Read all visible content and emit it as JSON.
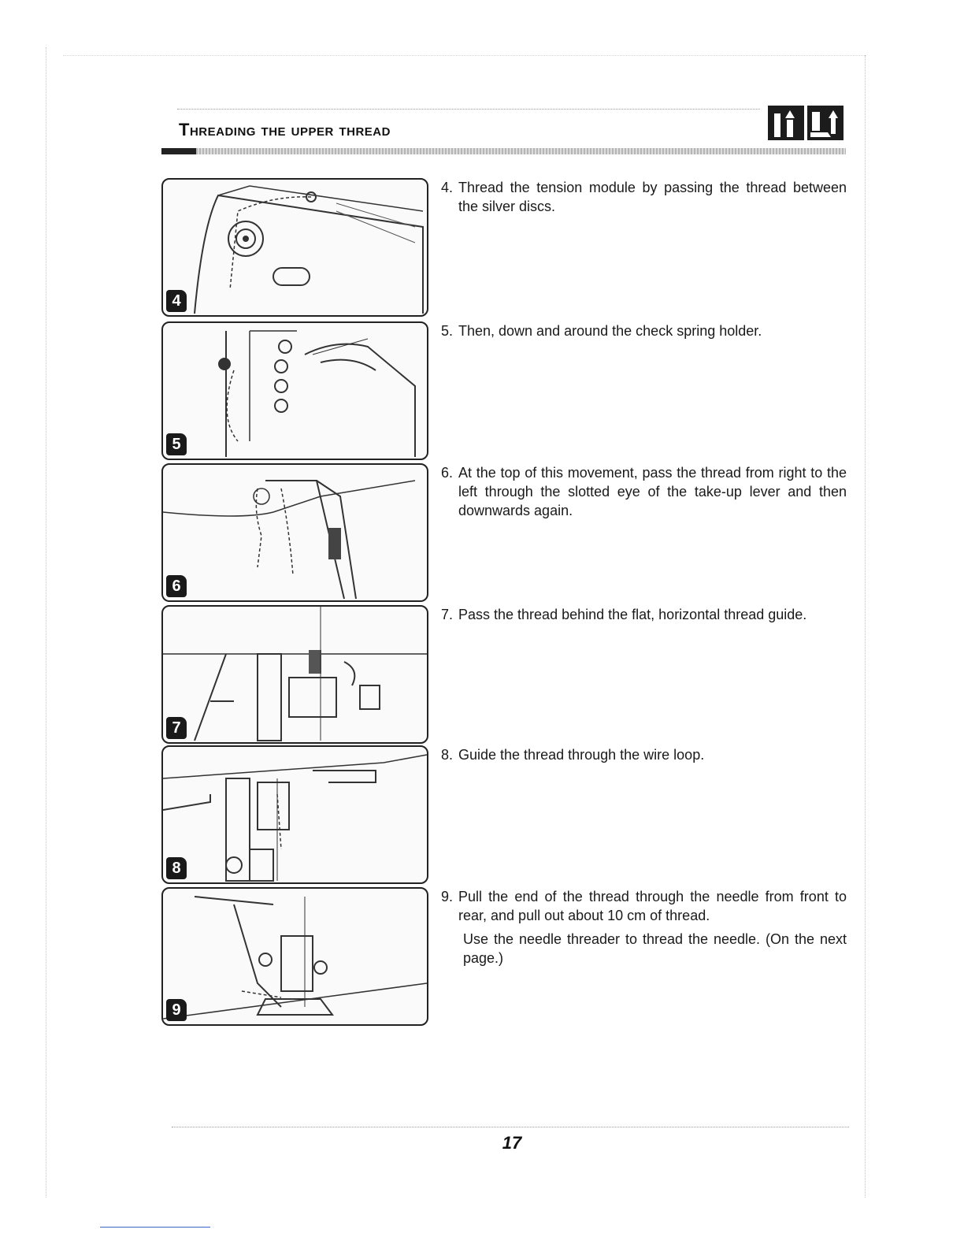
{
  "header": {
    "title": "Threading the upper thread",
    "icons": [
      "presser-foot-lever-icon",
      "presser-foot-icon"
    ]
  },
  "steps": [
    {
      "badge": "4",
      "number": "4.",
      "text": "Thread the tension module by passing the thread between the silver discs."
    },
    {
      "badge": "5",
      "number": "5.",
      "text": "Then, down and around the check spring holder."
    },
    {
      "badge": "6",
      "number": "6.",
      "text": "At the top of this movement, pass the thread from right to the left through the slotted eye of the take-up lever and then downwards again."
    },
    {
      "badge": "7",
      "number": "7.",
      "text": "Pass the thread behind the flat, horizontal thread guide."
    },
    {
      "badge": "8",
      "number": "8.",
      "text": "Guide the thread through the wire loop."
    },
    {
      "badge": "9",
      "number": "9.",
      "text": "Pull the end of the thread through the needle from front to rear, and pull out about 10 cm of thread.",
      "extra": "Use the needle threader to thread the needle. (On the next page.)"
    }
  ],
  "footer": {
    "page_number": "17"
  }
}
